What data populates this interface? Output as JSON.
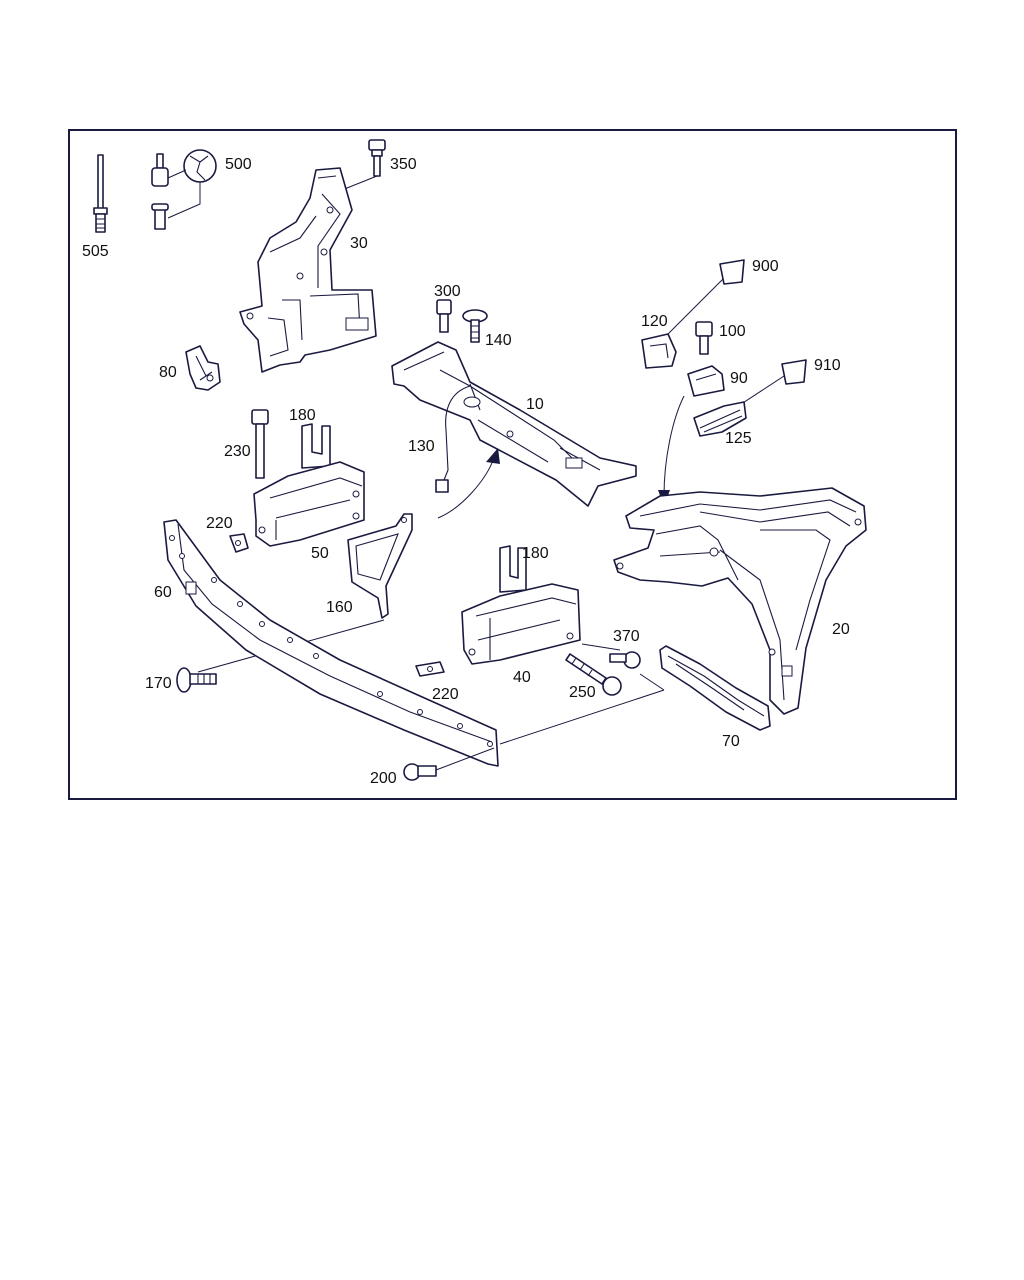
{
  "labels": {
    "p505": "505",
    "p500": "500",
    "p350": "350",
    "p30": "30",
    "p80": "80",
    "p300": "300",
    "p140": "140",
    "p10": "10",
    "p130": "130",
    "p120": "120",
    "p900": "900",
    "p100": "100",
    "p90": "90",
    "p910": "910",
    "p125": "125",
    "p230": "230",
    "p180a": "180",
    "p220a": "220",
    "p50": "50",
    "p60": "60",
    "p160": "160",
    "p180b": "180",
    "p370": "370",
    "p40": "40",
    "p250": "250",
    "p170": "170",
    "p220b": "220",
    "p200": "200",
    "p20": "20",
    "p70": "70"
  },
  "colors": {
    "line": "#1a1a40",
    "background": "#ffffff"
  }
}
